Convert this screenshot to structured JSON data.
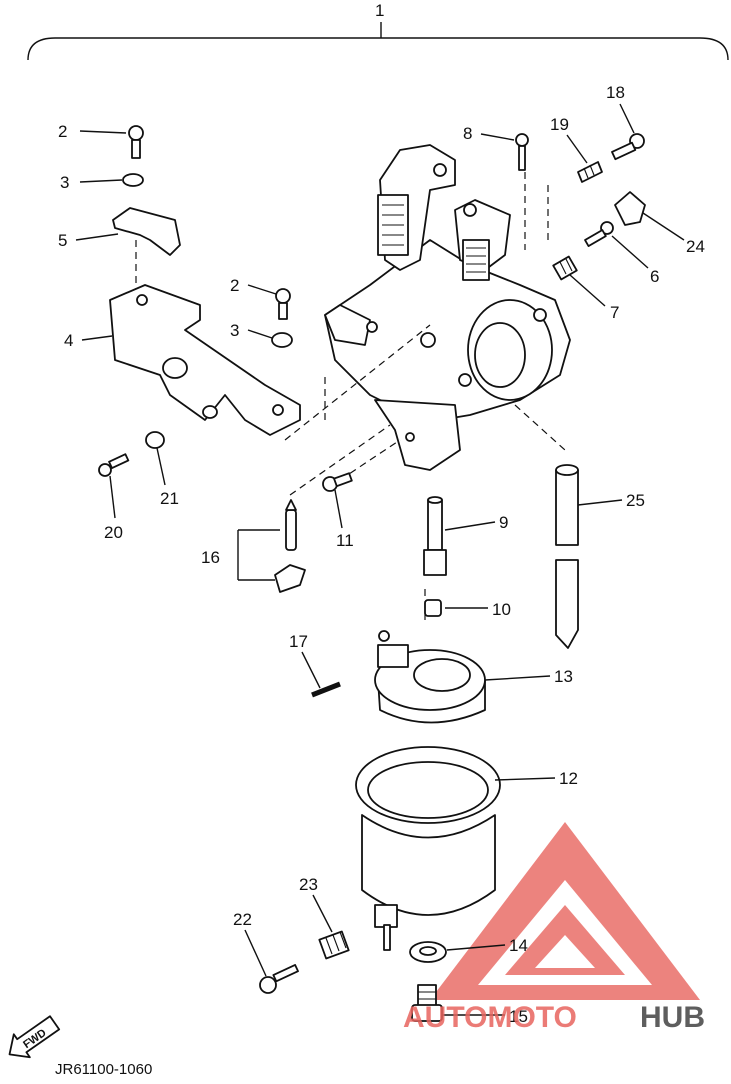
{
  "diagram": {
    "assembly_number": "1",
    "catalog_code": "JR61100-1060",
    "fwd_label": "FWD",
    "part_labels": [
      "2",
      "3",
      "5",
      "4",
      "2",
      "3",
      "8",
      "19",
      "18",
      "24",
      "6",
      "7",
      "20",
      "21",
      "16",
      "11",
      "9",
      "10",
      "25",
      "17",
      "13",
      "12",
      "23",
      "22",
      "14",
      "15"
    ]
  },
  "watermark": {
    "text_red": "AUTOMOTO",
    "text_gray": "HUB",
    "color_red": "#e8655f",
    "color_gray": "#4d4d4d"
  }
}
